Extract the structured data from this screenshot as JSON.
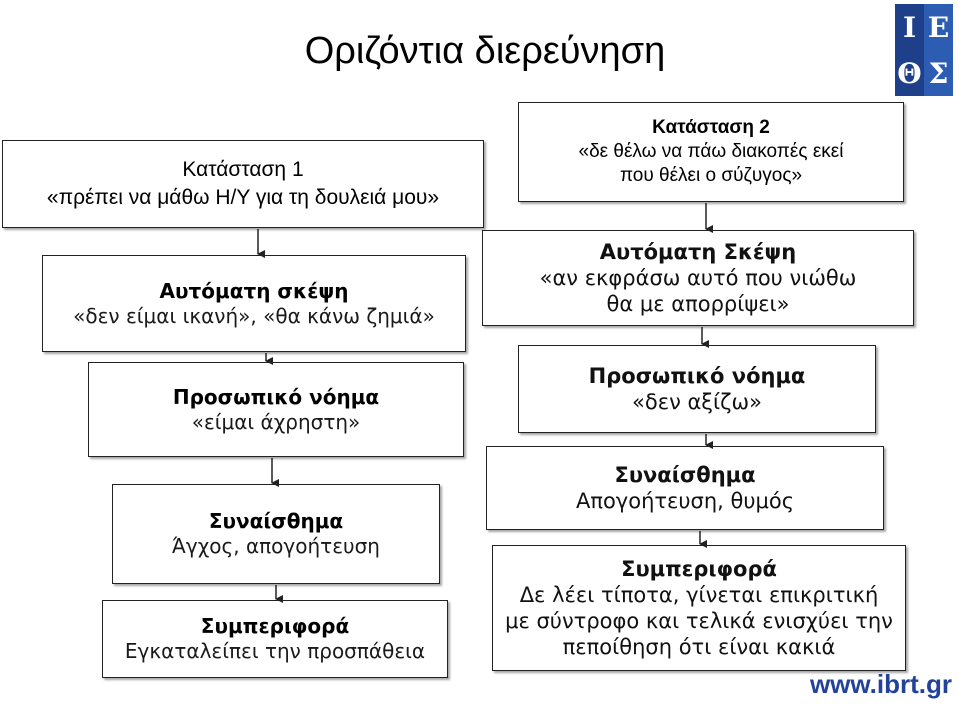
{
  "title": "Οριζόντια διερεύνηση",
  "logo": {
    "letters": [
      "I",
      "E",
      "Θ",
      "Σ"
    ]
  },
  "watermark": "www.ibrt.gr",
  "left_column": [
    {
      "heading": "Κατάσταση 1",
      "lines": [
        "«πρέπει να μάθω Η/Υ για τη δουλειά μου»"
      ]
    },
    {
      "heading": "Αυτόματη σκέψη",
      "lines": [
        "«δεν είμαι ικανή», «θα κάνω ζημιά»"
      ]
    },
    {
      "heading": "Προσωπικό νόημα",
      "lines": [
        "«είμαι άχρηστη»"
      ]
    },
    {
      "heading": "Συναίσθημα",
      "lines": [
        "Άγχος, απογοήτευση"
      ]
    },
    {
      "heading": "Συμπεριφορά",
      "lines": [
        "Εγκαταλείπει την προσπάθεια"
      ]
    }
  ],
  "right_column": [
    {
      "heading": "Κατάσταση 2",
      "lines": [
        "«δε θέλω να πάω διακοπές εκεί",
        "που θέλει ο σύζυγος»"
      ]
    },
    {
      "heading": "Αυτόματη Σκέψη",
      "lines": [
        "«αν εκφράσω αυτό που νιώθω",
        "θα με απορρίψει»"
      ]
    },
    {
      "heading": "Προσωπικό νόημα",
      "lines": [
        "«δεν αξίζω»"
      ]
    },
    {
      "heading": "Συναίσθημα",
      "lines": [
        "Απογοήτευση, θυμός"
      ]
    },
    {
      "heading": "Συμπεριφορά",
      "lines": [
        "Δε λέει τίποτα, γίνεται επικριτική",
        "με σύντροφο και τελικά ενισχύει την",
        "πεποίθηση ότι είναι κακιά"
      ]
    }
  ]
}
